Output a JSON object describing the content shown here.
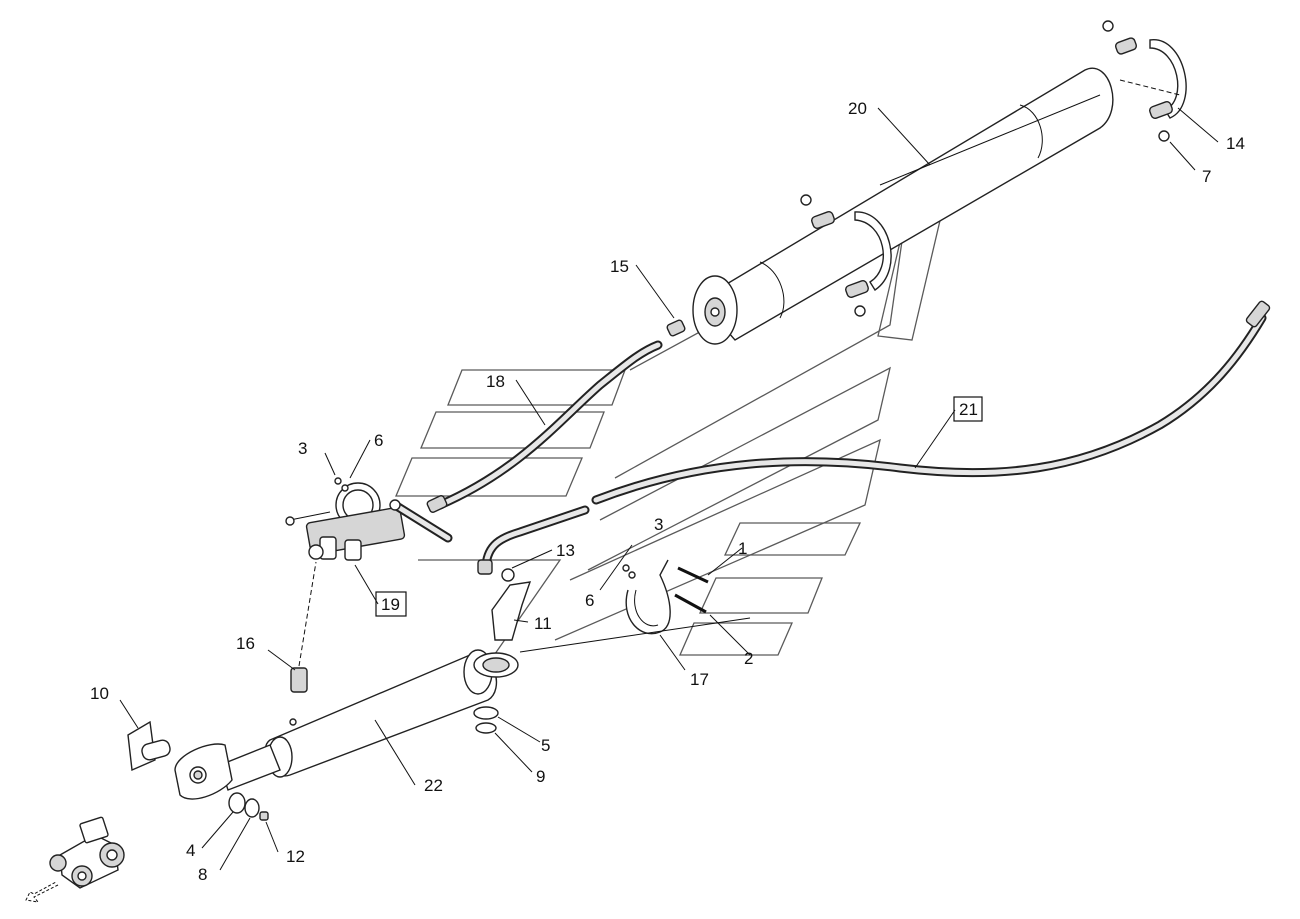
{
  "diagram": {
    "callouts": [
      "20",
      "14",
      "7",
      "15",
      "18",
      "3",
      "6",
      "21",
      "13",
      "1",
      "19",
      "16",
      "11",
      "2",
      "10",
      "17",
      "5",
      "22",
      "9",
      "4",
      "12",
      "8"
    ],
    "boxed_callouts": [
      "19",
      "21"
    ],
    "icons": [
      "tractor-icon",
      "direction-arrow-icon"
    ]
  }
}
